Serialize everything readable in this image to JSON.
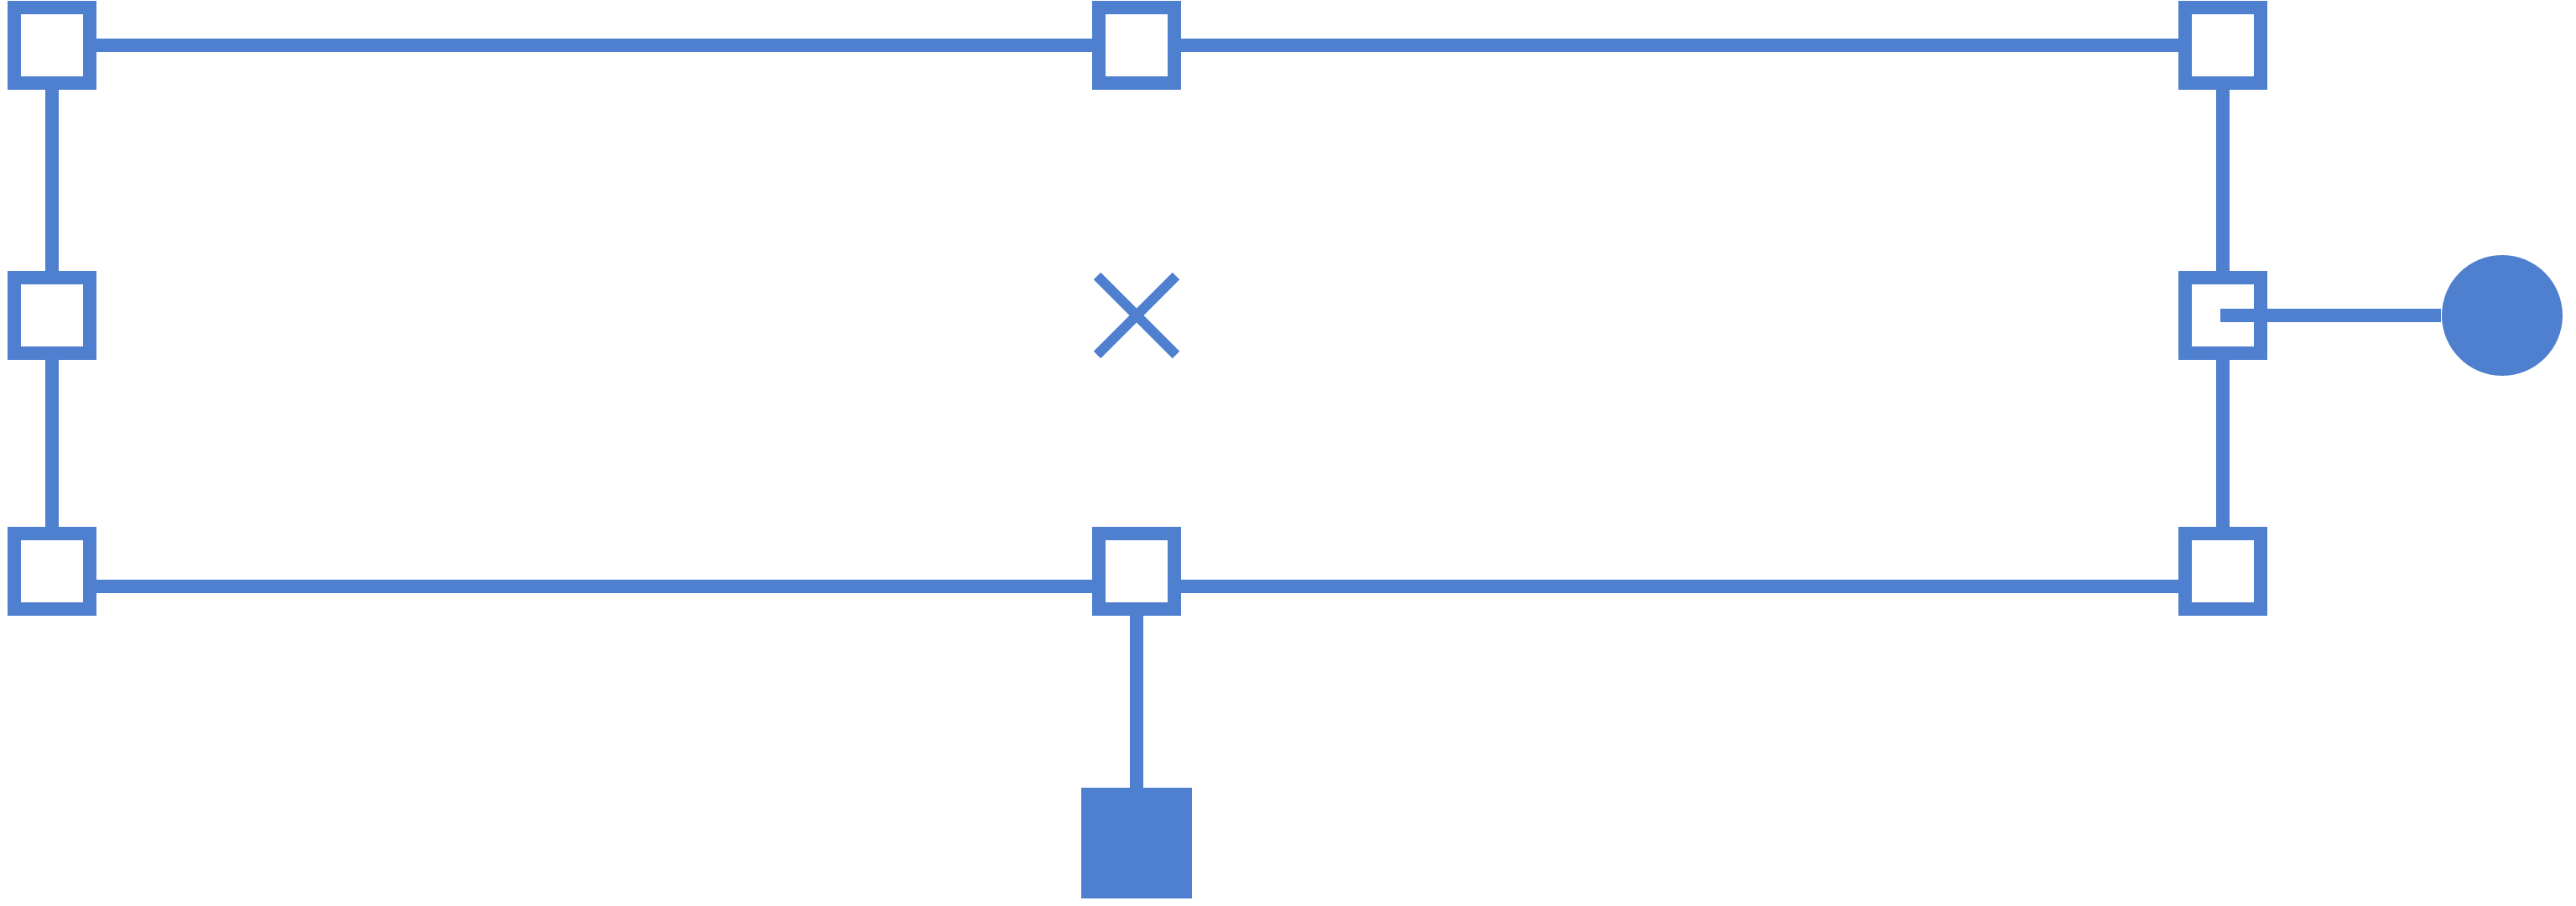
{
  "selection": {
    "accent_color": "#4F7FCF",
    "background_color": "#FFFFFF",
    "resize_handles": [
      "top-left",
      "top-middle",
      "top-right",
      "middle-left",
      "middle-right",
      "bottom-left",
      "bottom-middle",
      "bottom-right"
    ],
    "center_marker_icon": "close-icon",
    "rotation_handle_icon": "circle-icon",
    "anchor_handle_icon": "square-icon"
  }
}
